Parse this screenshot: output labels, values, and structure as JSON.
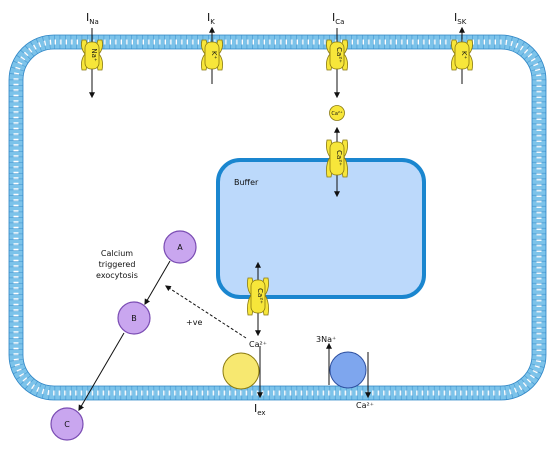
{
  "colors": {
    "membrane": "#7cc3ea",
    "membrane_stroke": "#2f86c6",
    "channel_fill": "#f7e63a",
    "channel_stroke": "#8a7a10",
    "buffer_fill": "#bcd9fb",
    "buffer_stroke": "#1a86cf",
    "vesicle_fill": "#c9a6ef",
    "vesicle_stroke": "#7a4cb3",
    "pump_yellow": "#f7e870",
    "pump_blue": "#7ea6ee"
  },
  "currents": {
    "ina": {
      "main": "I",
      "sub": "Na"
    },
    "ik": {
      "main": "I",
      "sub": "K"
    },
    "ica": {
      "main": "I",
      "sub": "Ca"
    },
    "isk": {
      "main": "I",
      "sub": "SK"
    },
    "iex": {
      "main": "I",
      "sub": "ex"
    }
  },
  "channels": {
    "na": "Na⁺",
    "k": "K⁺",
    "ca": "Ca²⁺",
    "sk": "K⁺",
    "buffer_top": "Ca²⁺",
    "buffer_bottom": "Ca²⁺"
  },
  "free_ca": "Ca²⁺",
  "buffer": {
    "label": "Buffer"
  },
  "exocytosis": {
    "line1": "Calcium",
    "line2": "triggered",
    "line3": "exocytosis"
  },
  "vesicles": {
    "a": "A",
    "b": "B",
    "c": "C"
  },
  "signal": {
    "label": "+ve",
    "ion": "Ca²⁺"
  },
  "exchanger": {
    "in_ion": "3Na⁺",
    "out_ion": "Ca²⁺"
  }
}
